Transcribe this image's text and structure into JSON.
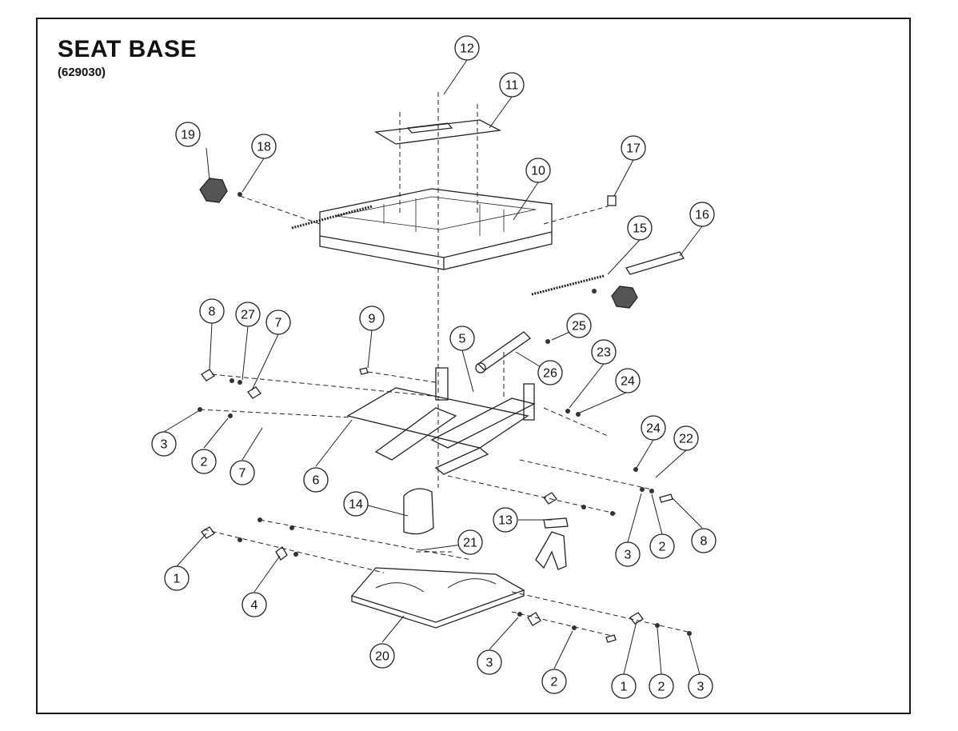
{
  "title": "SEAT BASE",
  "part_number": "(629030)",
  "callouts": [
    "12",
    "11",
    "19",
    "18",
    "17",
    "10",
    "16",
    "15",
    "8",
    "27",
    "7",
    "9",
    "25",
    "5",
    "23",
    "26",
    "24",
    "3",
    "2",
    "7",
    "6",
    "24",
    "22",
    "14",
    "13",
    "21",
    "3",
    "2",
    "8",
    "1",
    "4",
    "20",
    "3",
    "2",
    "1",
    "2",
    "3"
  ]
}
